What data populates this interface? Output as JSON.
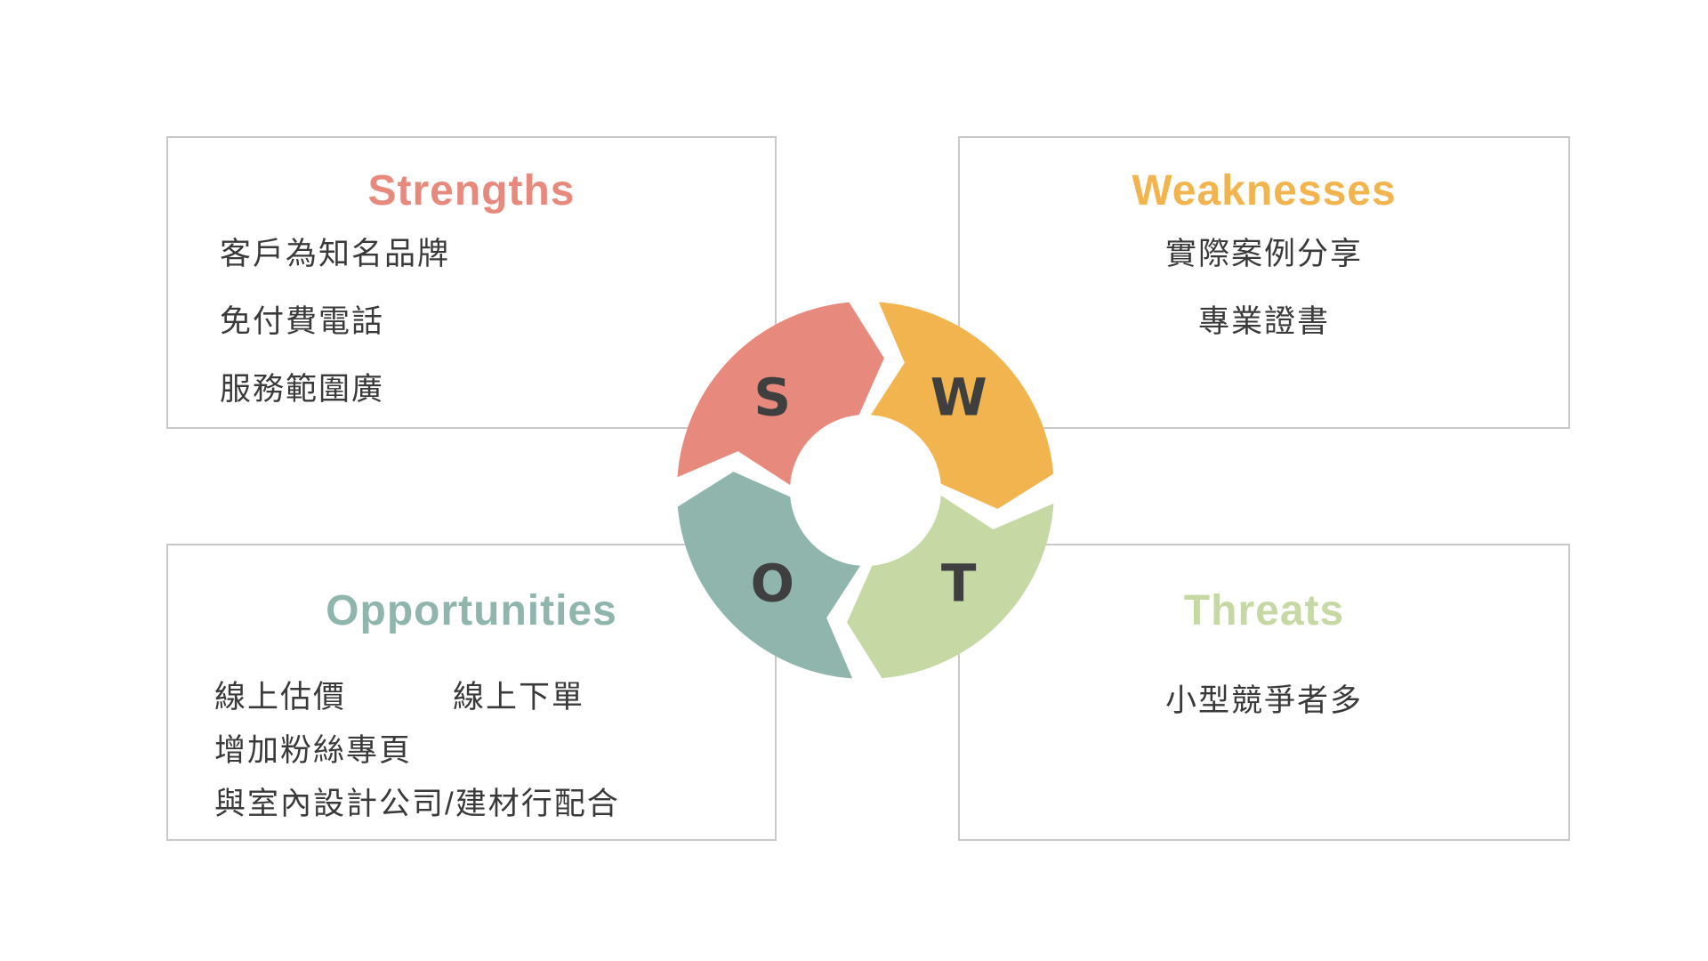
{
  "quadrants": {
    "strengths": {
      "title": "Strengths",
      "color": "#e8897e",
      "rows": [
        [
          "客戶為知名品牌"
        ],
        [
          "免付費電話"
        ],
        [
          "服務範圍廣"
        ]
      ]
    },
    "weaknesses": {
      "title": "Weaknesses",
      "color": "#f2b44f",
      "rows": [
        [
          "實際案例分享"
        ],
        [
          "專業證書"
        ]
      ]
    },
    "opportunities": {
      "title": "Opportunities",
      "color": "#8fb5ac",
      "rows": [
        [
          "線上估價",
          "線上下單"
        ],
        [
          "增加粉絲專頁"
        ],
        [
          "與室內設計公司/建材行配合"
        ]
      ]
    },
    "threats": {
      "title": "Threats",
      "color": "#c6d9a4",
      "rows": [
        [
          "小型競爭者多"
        ]
      ]
    }
  },
  "ring": {
    "letter_color": "#3f3f3f",
    "segments": [
      {
        "letter": "S",
        "color": "#e8897e",
        "trailing": 180,
        "leading": 270,
        "letter_angle": 225
      },
      {
        "letter": "W",
        "color": "#f2b44f",
        "trailing": 270,
        "leading": 360,
        "letter_angle": 315
      },
      {
        "letter": "T",
        "color": "#c6d9a4",
        "trailing": 0,
        "leading": 90,
        "letter_angle": 45
      },
      {
        "letter": "O",
        "color": "#8fb5ac",
        "trailing": 90,
        "leading": 180,
        "letter_angle": 135
      }
    ]
  }
}
